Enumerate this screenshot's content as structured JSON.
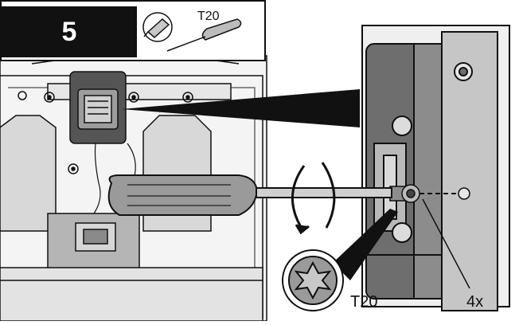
{
  "step": {
    "number": "5"
  },
  "tool": {
    "icon": "torx-bit-icon",
    "size_label": "T20"
  },
  "callouts": {
    "bit_label": "T20",
    "quantity_label": "4x"
  },
  "colors": {
    "line": "#111111",
    "fill_gray": "#c8c8c8",
    "fill_dark": "#6e6e6e",
    "handle": "#9a9a9a",
    "background": "#ffffff"
  }
}
